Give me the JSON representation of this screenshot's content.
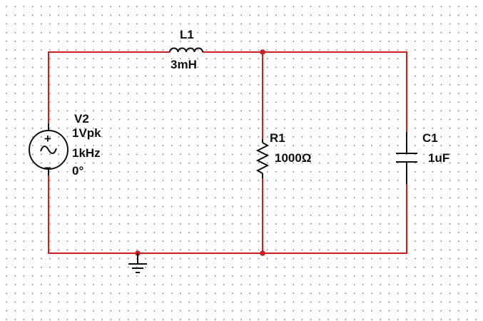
{
  "components": {
    "source": {
      "ref": "V2",
      "amplitude": "1Vpk",
      "frequency": "1kHz",
      "phase": "0°",
      "plus_symbol": "+",
      "minus_symbol": "−",
      "wave_symbol": "~"
    },
    "inductor": {
      "ref": "L1",
      "value": "3mH"
    },
    "resistor": {
      "ref": "R1",
      "value": "1000Ω"
    },
    "capacitor": {
      "ref": "C1",
      "value": "1uF"
    }
  },
  "colors": {
    "wire": "#cc1f1f",
    "component": "#111111",
    "grid_dot": "#8c8c8c",
    "background": "#ffffff"
  }
}
